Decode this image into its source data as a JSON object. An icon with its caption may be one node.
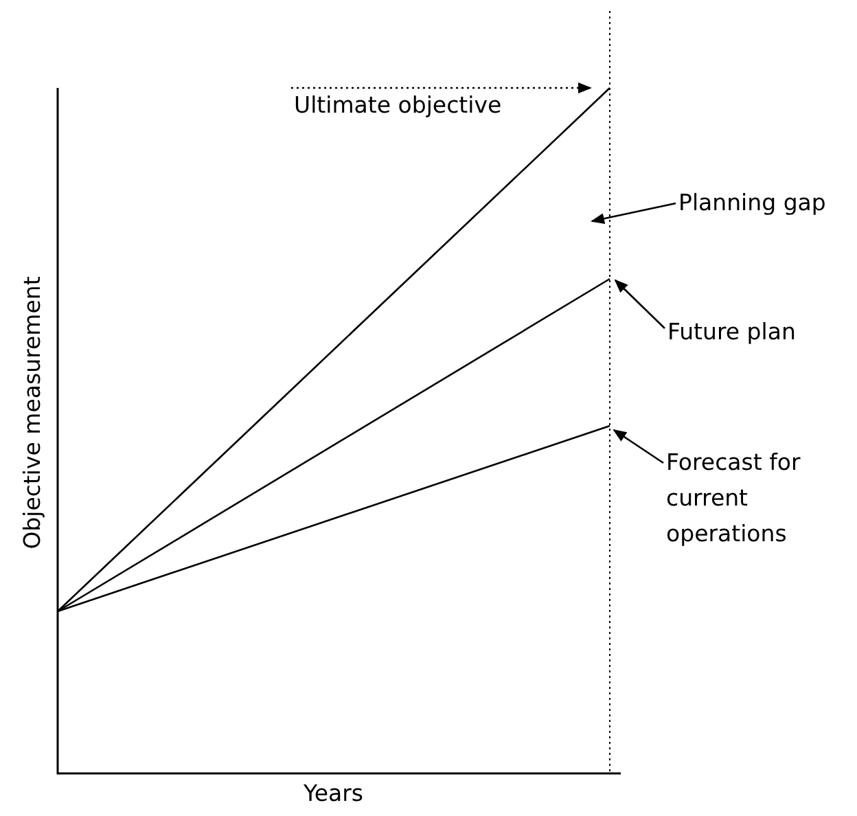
{
  "diagram": {
    "nodes": [
      {
        "text": [
          "Ultimate objective"
        ]
      },
      {
        "text": [
          "Planning gap"
        ]
      },
      {
        "text": [
          "Future plan"
        ]
      },
      {
        "text": [
          "Forecast for current operations"
        ]
      }
    ],
    "edges": [
      {
        "from": 0,
        "to": null,
        "arrow": "to",
        "style": "dashed"
      },
      {
        "from": 1,
        "to": null,
        "arrow": "to"
      },
      {
        "from": 2,
        "to": null,
        "arrow": "to"
      },
      {
        "from": 3,
        "to": null,
        "arrow": "to"
      }
    ],
    "labels": [
      "Objective measurement",
      "Years"
    ]
  }
}
